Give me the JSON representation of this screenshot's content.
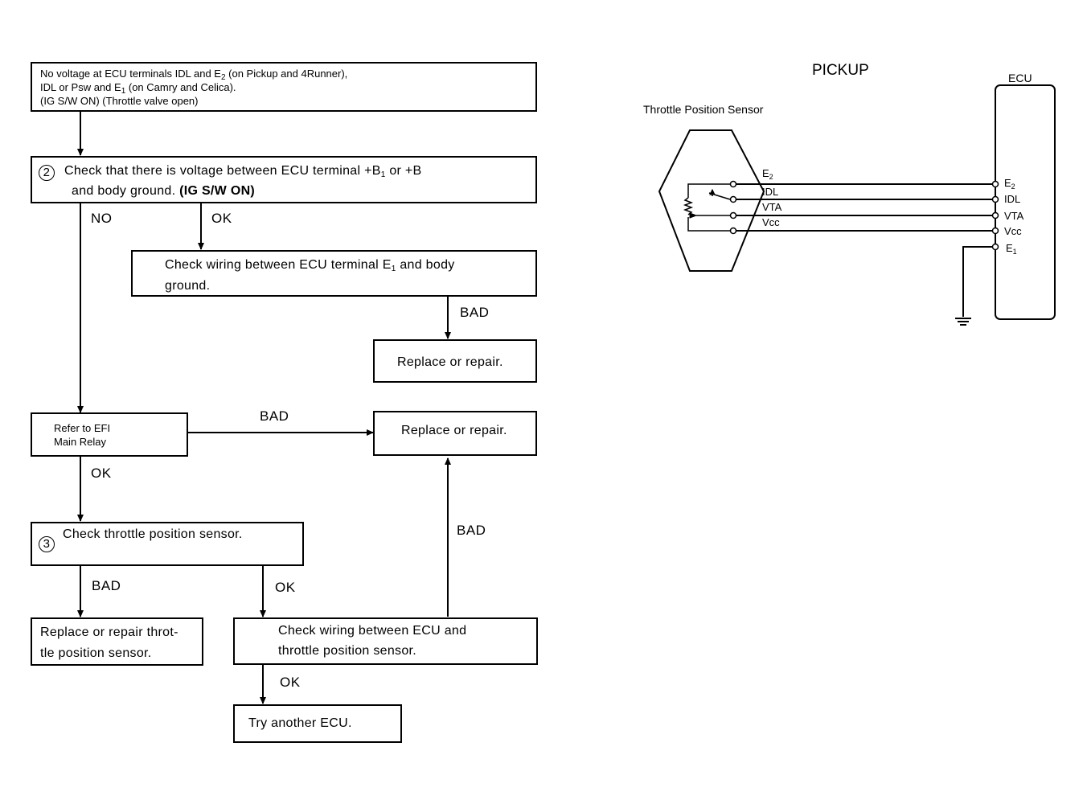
{
  "flowchart": {
    "start": {
      "line1_a": "No voltage at ECU terminals IDL and E",
      "line1_sub": "2",
      "line1_b": " (on Pickup and 4Runner),",
      "line2_a": "IDL or Psw and E",
      "line2_sub": "1",
      "line2_b": " (on Camry and Celica).",
      "line3": "(IG S/W ON) (Throttle valve open)"
    },
    "step2": {
      "number": "2",
      "line1_a": "Check that there is voltage between ECU terminal +B",
      "line1_sub": "1",
      "line1_b": " or +B",
      "line2_a": "and body ground. ",
      "line2_bold": "(IG S/W ON)"
    },
    "check_e1": {
      "line1_a": "Check wiring between ECU terminal E",
      "line1_sub": "1",
      "line1_b": " and body",
      "line2": "ground."
    },
    "replace1": "Replace or repair.",
    "efi": {
      "line1": "Refer to EFI",
      "line2": "Main Relay"
    },
    "replace2": "Replace or repair.",
    "step3": {
      "number": "3",
      "text": "Check throttle position sensor."
    },
    "replace_tps": {
      "line1": "Replace or repair throt-",
      "line2": "tle position sensor."
    },
    "check_wiring": {
      "line1": "Check wiring between ECU and",
      "line2": "throttle position sensor."
    },
    "try_ecu": "Try another ECU.",
    "labels": {
      "no": "NO",
      "ok1": "OK",
      "bad1": "BAD",
      "bad_efi": "BAD",
      "ok_efi": "OK",
      "bad_up": "BAD",
      "bad_tps": "BAD",
      "ok_tps": "OK",
      "ok_wiring": "OK"
    }
  },
  "wiring": {
    "title": "PICKUP",
    "sensor_label": "Throttle Position Sensor",
    "ecu_label": "ECU",
    "sensor_pins": [
      {
        "name": "E",
        "sub": "2"
      },
      {
        "name": "IDL",
        "sub": ""
      },
      {
        "name": "VTA",
        "sub": ""
      },
      {
        "name": "Vcc",
        "sub": ""
      }
    ],
    "ecu_pins": [
      {
        "name": "E",
        "sub": "2"
      },
      {
        "name": "IDL",
        "sub": ""
      },
      {
        "name": "VTA",
        "sub": ""
      },
      {
        "name": "Vcc",
        "sub": ""
      },
      {
        "name": "E",
        "sub": "1"
      }
    ]
  }
}
